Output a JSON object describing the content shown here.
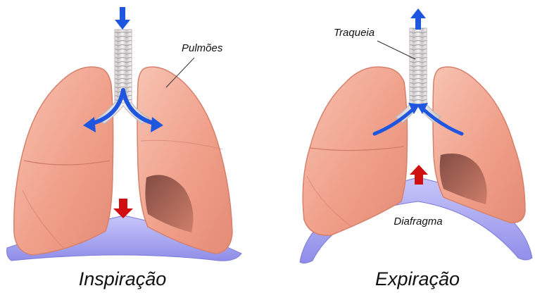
{
  "labels": {
    "lungs": "Pulmões",
    "trachea": "Traqueia",
    "diaphragm": "Diafragma"
  },
  "panels": [
    {
      "caption": "Inspiração"
    },
    {
      "caption": "Expiração"
    }
  ],
  "colors": {
    "lung_fill": "#f2a890",
    "lung_stroke": "#d7806c",
    "lung_shadow": "#a85a4e",
    "diaphragm": "#a8a6f0",
    "trachea": "#ece8ea",
    "air_arrow": "#1f56e0",
    "movement_arrow": "#d01010"
  }
}
